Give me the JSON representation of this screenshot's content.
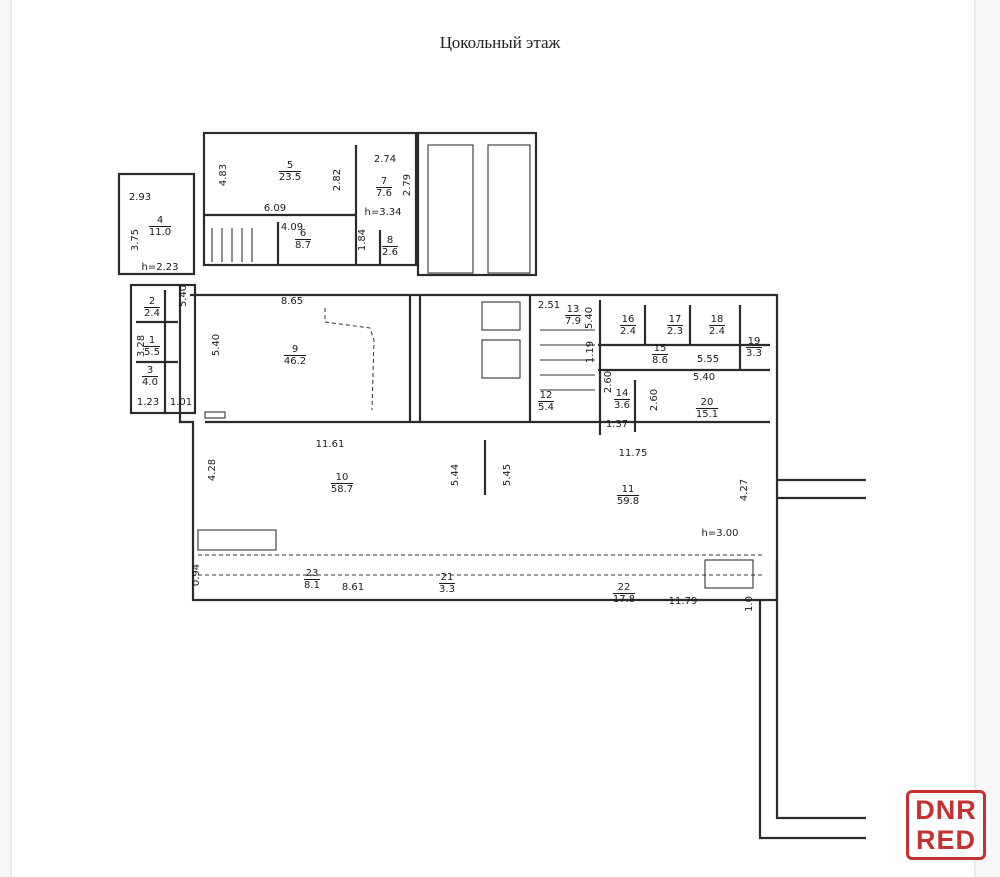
{
  "title": "Цокольный этаж",
  "watermark": {
    "line1": "DNR",
    "line2": "RED"
  },
  "rooms": [
    {
      "num": "1",
      "area": "5.5"
    },
    {
      "num": "2",
      "area": "2.4"
    },
    {
      "num": "3",
      "area": "4.0"
    },
    {
      "num": "4",
      "area": "11.0"
    },
    {
      "num": "5",
      "area": "23.5"
    },
    {
      "num": "6",
      "area": "8.7"
    },
    {
      "num": "7",
      "area": "7.6"
    },
    {
      "num": "8",
      "area": "2.6"
    },
    {
      "num": "9",
      "area": "46.2"
    },
    {
      "num": "10",
      "area": "58.7"
    },
    {
      "num": "11",
      "area": "59.8"
    },
    {
      "num": "12",
      "area": "5.4"
    },
    {
      "num": "13",
      "area": "7.9"
    },
    {
      "num": "14",
      "area": "3.6"
    },
    {
      "num": "15",
      "area": "8.6"
    },
    {
      "num": "16",
      "area": "2.4"
    },
    {
      "num": "17",
      "area": "2.3"
    },
    {
      "num": "18",
      "area": "2.4"
    },
    {
      "num": "19",
      "area": "3.3"
    },
    {
      "num": "20",
      "area": "15.1"
    },
    {
      "num": "21",
      "area": "3.3"
    },
    {
      "num": "22",
      "area": "17.8"
    },
    {
      "num": "23",
      "area": "8.1"
    }
  ],
  "dimensions": [
    "2.93",
    "3.75",
    "h=2.23",
    "4.83",
    "6.09",
    "2.82",
    "2.74",
    "2.79",
    "h=3.34",
    "4.09",
    "1.84",
    "5.40",
    "3.28",
    "1.23",
    "1.01",
    "8.65",
    "5.40",
    "11.61",
    "4.28",
    "5.44",
    "5.45",
    "11.75",
    "4.27",
    "h=3.00",
    "2.51",
    "5.40",
    "1.19",
    "5.55",
    "5.40",
    "2.60",
    "2.60",
    "1.37",
    "0.94",
    "8.61",
    "11.79",
    "1.0"
  ]
}
